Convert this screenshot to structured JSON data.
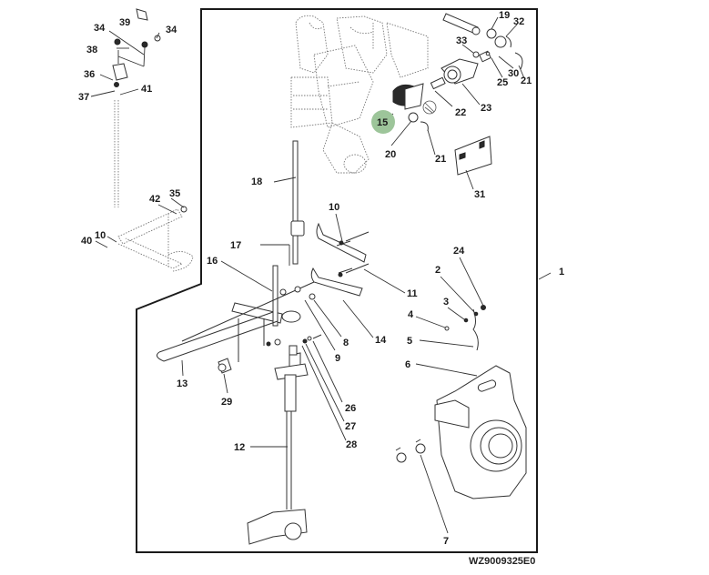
{
  "diagram": {
    "title": "Parts exploded-view illustration",
    "reference_code": "WZ9009325E0",
    "highlight_color": "#9dc59a",
    "highlighted_callout": "15",
    "callouts": {
      "c1": "1",
      "c2": "2",
      "c3": "3",
      "c4": "4",
      "c5": "5",
      "c6": "6",
      "c7": "7",
      "c8": "8",
      "c9": "9",
      "c10a": "10",
      "c10b": "10",
      "c11": "11",
      "c12": "12",
      "c13": "13",
      "c14": "14",
      "c15": "15",
      "c16": "16",
      "c17": "17",
      "c18": "18",
      "c19": "19",
      "c20": "20",
      "c21a": "21",
      "c21b": "21",
      "c22": "22",
      "c23": "23",
      "c24": "24",
      "c25": "25",
      "c26": "26",
      "c27": "27",
      "c28": "28",
      "c29": "29",
      "c30": "30",
      "c31": "31",
      "c32": "32",
      "c33": "33",
      "c34a": "34",
      "c34b": "34",
      "c35": "35",
      "c36": "36",
      "c37": "37",
      "c38": "38",
      "c39": "39",
      "c40": "40",
      "c41": "41",
      "c42": "42"
    }
  }
}
